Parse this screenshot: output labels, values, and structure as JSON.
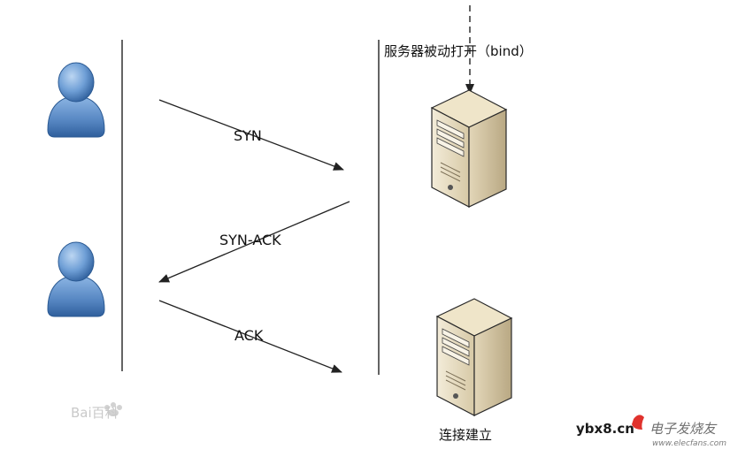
{
  "labels": {
    "server_passive_open": "服务器被动打开（bind）",
    "syn": "SYN",
    "syn_ack": "SYN-ACK",
    "ack": "ACK",
    "connection_established": "连接建立"
  },
  "watermark": {
    "baidu": "Bai百科"
  },
  "branding": {
    "site": "ybx8.cn",
    "logo_text": "电子发烧友",
    "logo_url_text": "www.elecfans.com"
  },
  "colors": {
    "user_blue": "#4f85c2",
    "server_beige": "#d9cdb0",
    "line": "#222222",
    "watermark": "#c9c9c9",
    "accent_red": "#e0322d"
  },
  "icons": {
    "user": "user-icon",
    "server": "server-icon"
  }
}
